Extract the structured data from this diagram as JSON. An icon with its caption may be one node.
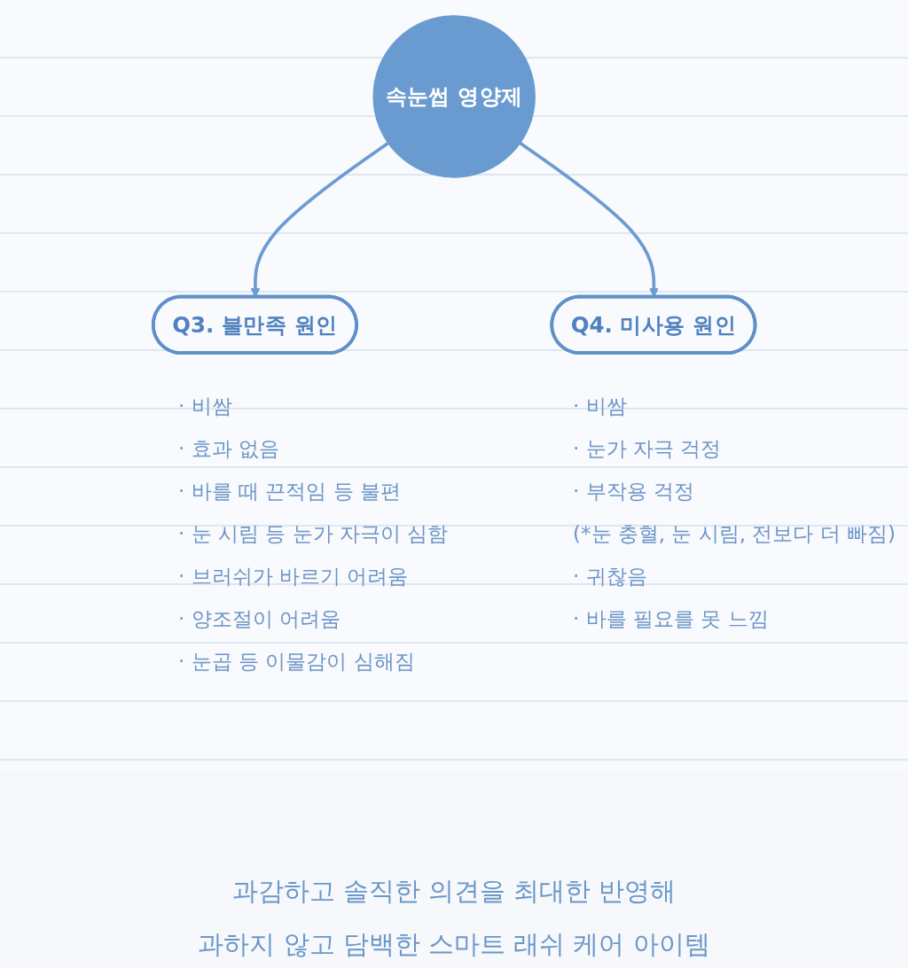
{
  "diagram": {
    "nodes": [
      {
        "text": [
          "속눈썹 영양제"
        ]
      },
      {
        "text": [
          "Q3. 불만족 원인"
        ],
        "beside": [
          "· 비쌈",
          "· 효과 없음",
          "· 바를 때 끈적임 등 불편",
          "· 눈 시림 등 눈가 자극이 심함",
          "· 브러쉬가 바르기 어려움",
          "· 양조절이 어려움",
          "· 눈곱 등 이물감이 심해짐"
        ]
      },
      {
        "text": [
          "Q4. 미사용 원인"
        ],
        "beside": [
          "· 비쌈",
          "· 눈가 자극 걱정",
          "· 부작용 걱정",
          "(*눈 충혈, 눈 시림, 전보다 더 빠짐)",
          "· 귀찮음",
          "· 바를 필요를 못 느낌"
        ]
      }
    ],
    "edges": [
      {
        "from": 0,
        "to": 1,
        "arrow": "to"
      },
      {
        "from": 0,
        "to": 2,
        "arrow": "to"
      }
    ],
    "caption": "과감하고 솔직한 의견을 최대한 반영해 과하지 않고 담백한 스마트 래쉬 케어 아이템"
  }
}
